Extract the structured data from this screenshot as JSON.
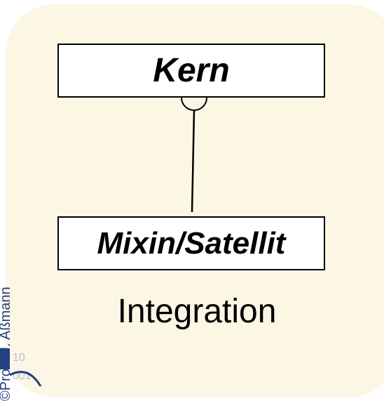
{
  "diagram": {
    "top_box": {
      "label": "Kern"
    },
    "bottom_box": {
      "label": "Mixin/Satellit"
    },
    "caption": "Integration"
  },
  "sidebar": {
    "copyright": "©Prof. U. Aßmann"
  },
  "colors": {
    "panel": "#fcf6e4",
    "line": "#000000",
    "sidebar_text": "#24407e"
  }
}
